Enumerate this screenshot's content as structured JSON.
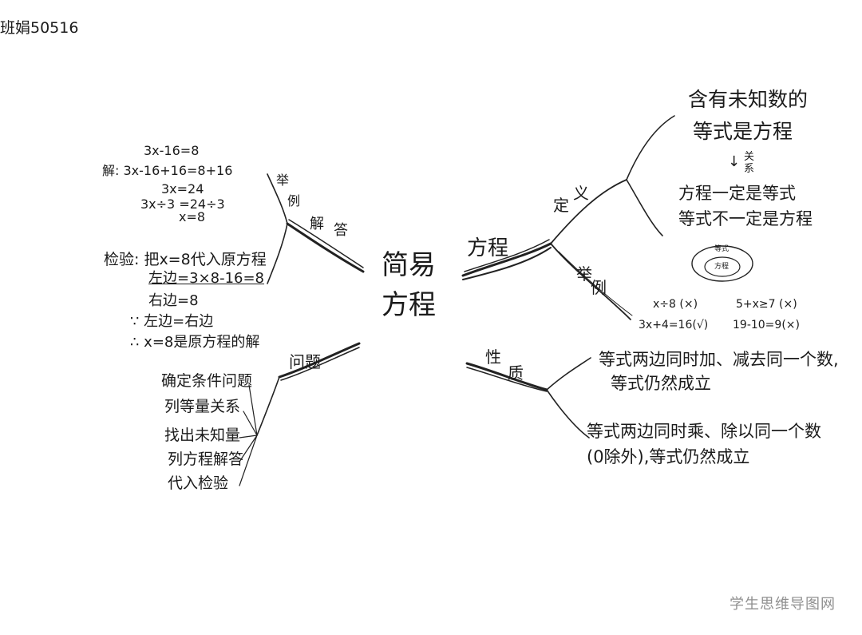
{
  "corner_note": "班娟50516",
  "center": {
    "line1": "简易",
    "line2": "方程"
  },
  "branches": {
    "fangcheng": {
      "label": "方程",
      "definition": {
        "label_1": "定",
        "label_2": "义",
        "text_line1": "含有未知数的",
        "text_line2": "等式是方程",
        "relation_arrow": "↓",
        "relation_1": "关",
        "relation_2": "系",
        "relation_line1": "方程一定是等式",
        "relation_line2": "等式不一定是方程",
        "venn_outer": "等式",
        "venn_inner": "方程"
      },
      "examples": {
        "label_1": "举",
        "label_2": "例",
        "items": [
          "x÷8 (×)",
          "5+x≥7 (×)",
          "3x+4=16(√)",
          "19-10=9(×)"
        ]
      }
    },
    "xingzhi": {
      "label_1": "性",
      "label_2": "质",
      "prop1_line1": "等式两边同时加、减去同一个数,",
      "prop1_line2": "等式仍然成立",
      "prop2_line1": "等式两边同时乘、除以同一个数",
      "prop2_line2": "(0除外),等式仍然成立"
    },
    "jieda": {
      "label_ju": "举",
      "label_li": "例",
      "label_jie": "解",
      "label_da": "答",
      "solution": [
        "3x-16=8",
        "解: 3x-16+16=8+16",
        "3x=24",
        "3x÷3 =24÷3",
        "x=8"
      ],
      "check": [
        "检验: 把x=8代入原方程",
        "左边=3×8-16=8",
        "右边=8",
        "∵ 左边=右边",
        "∴ x=8是原方程的解"
      ]
    },
    "wenti": {
      "label": "问题",
      "steps": [
        "确定条件问题",
        "列等量关系",
        "找出未知量",
        "列方程解答",
        "代入检验"
      ]
    }
  },
  "watermark": "学生思维导图网"
}
